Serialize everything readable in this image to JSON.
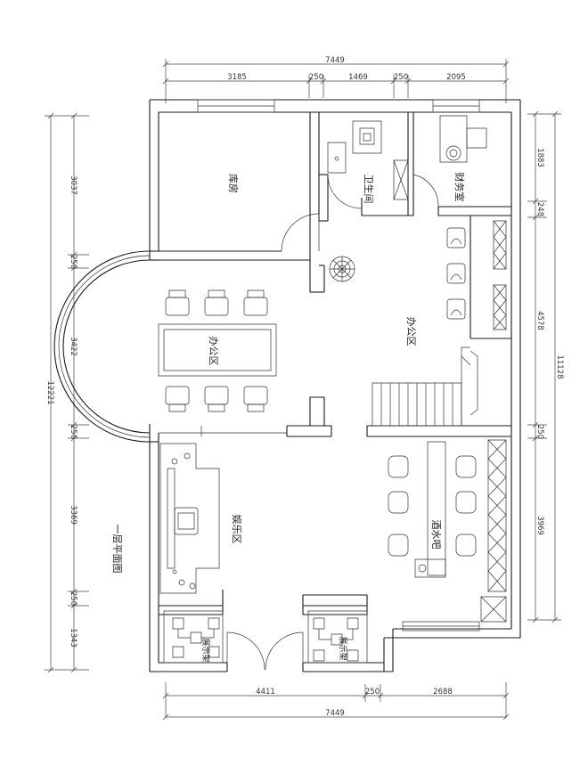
{
  "plan_title": "一层平面图",
  "rooms": {
    "storage": "库房",
    "toilet": "卫生间",
    "finance": "财务室",
    "office_left": "办公区",
    "office_right": "办公区",
    "entertainment": "娱乐区",
    "bar": "酒水吧",
    "display_left": "展示架",
    "display_right": "展示架"
  },
  "dimensions": {
    "top_total": "7449",
    "top_segments": [
      "3185",
      "250",
      "1469",
      "250",
      "2095"
    ],
    "bottom_total": "7449",
    "bottom_segments": [
      "4411",
      "250",
      "2688"
    ],
    "left_total": "12221",
    "left_segments": [
      "3037",
      "250",
      "3422",
      "250",
      "3369",
      "250",
      "1343"
    ],
    "right_total": "11128",
    "right_segments": [
      "1883",
      "248",
      "4578",
      "250",
      "3969"
    ]
  }
}
